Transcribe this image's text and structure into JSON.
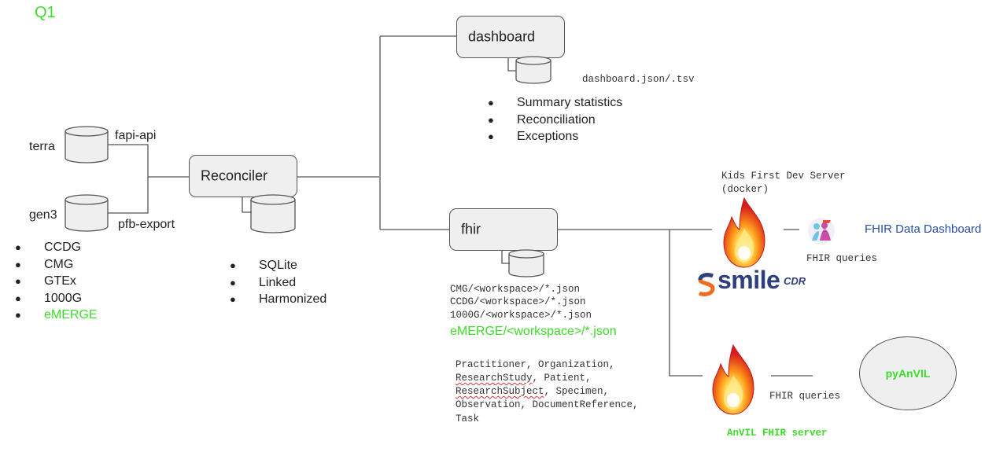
{
  "header": {
    "quarter": "Q1"
  },
  "sources": {
    "terra_label": "terra",
    "gen3_label": "gen3",
    "fapi_label": "fapi-api",
    "pfb_label": "pfb-export",
    "programs": [
      {
        "label": "CCDG",
        "color": "#222222"
      },
      {
        "label": "CMG",
        "color": "#222222"
      },
      {
        "label": "GTEx",
        "color": "#222222"
      },
      {
        "label": "1000G",
        "color": "#222222"
      },
      {
        "label": "eMERGE",
        "color": "#3ddc2a"
      }
    ]
  },
  "reconciler": {
    "label": "Reconciler",
    "features": [
      "SQLite",
      "Linked",
      "Harmonized"
    ]
  },
  "dashboard": {
    "label": "dashboard",
    "output": "dashboard.json/.tsv",
    "features": [
      "Summary statistics",
      "Reconciliation",
      "Exceptions"
    ]
  },
  "fhir": {
    "label": "fhir",
    "paths": [
      "CMG/<workspace>/*.json",
      "CCDG/<workspace>/*.json",
      "1000G/<workspace>/*.json"
    ],
    "emerge_path": "eMERGE/<workspace>/*.json",
    "resources": {
      "line1": "Practitioner, Organization,",
      "line2_a": "ResearchStudy",
      "line2_b": ", Patient,",
      "line3_a": "ResearchSubject",
      "line3_b": ", Specimen,",
      "line4": "Observation, DocumentReference,",
      "line5": "Task"
    }
  },
  "kids_first": {
    "title_line1": "Kids First Dev Server",
    "title_line2": "(docker)",
    "queries_label": "FHIR queries",
    "dashboard_label": "FHIR Data Dashboard",
    "logo_text": "smile",
    "logo_suffix": "CDR"
  },
  "anvil": {
    "server_label": "AnVIL FHIR server",
    "queries_label": "FHIR queries",
    "client_label": "pyAnVIL"
  },
  "colors": {
    "accent_green": "#3ddc2a",
    "dashboard_blue": "#2b4fa2",
    "smile_blue": "#2f3f7e",
    "smile_orange": "#f26a1b",
    "box_fill": "#efefef",
    "line": "#555555"
  }
}
